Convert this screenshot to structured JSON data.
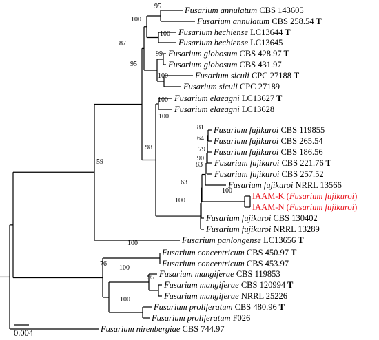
{
  "taxa": [
    {
      "id": "annulatum_143605",
      "genus": "Fusarium",
      "epithet": "annulatum",
      "strain": "CBS 143605",
      "type": false
    },
    {
      "id": "annulatum_258",
      "genus": "Fusarium",
      "epithet": "annulatum",
      "strain": "CBS 258.54",
      "type": true
    },
    {
      "id": "hechiense_13644",
      "genus": "Fusarium",
      "epithet": "hechiense",
      "strain": "LC13644",
      "type": true
    },
    {
      "id": "hechiense_13645",
      "genus": "Fusarium",
      "epithet": "hechiense",
      "strain": "LC13645",
      "type": false
    },
    {
      "id": "globosum_428",
      "genus": "Fusarium",
      "epithet": "globosum",
      "strain": "CBS 428.97",
      "type": true
    },
    {
      "id": "globosum_431",
      "genus": "Fusarium",
      "epithet": "globosum",
      "strain": "CBS 431.97",
      "type": false
    },
    {
      "id": "siculi_27188",
      "genus": "Fusarium",
      "epithet": "siculi",
      "strain": "CPC 27188",
      "type": true
    },
    {
      "id": "siculi_27189",
      "genus": "Fusarium",
      "epithet": "siculi",
      "strain": "CPC 27189",
      "type": false
    },
    {
      "id": "elaeagni_13627",
      "genus": "Fusarium",
      "epithet": "elaeagni",
      "strain": "LC13627",
      "type": true
    },
    {
      "id": "elaeagni_13628",
      "genus": "Fusarium",
      "epithet": "elaeagni",
      "strain": "LC13628",
      "type": false
    },
    {
      "id": "fujikuroi_119855",
      "genus": "Fusarium",
      "epithet": "fujikuroi",
      "strain": "CBS 119855",
      "type": false
    },
    {
      "id": "fujikuroi_265",
      "genus": "Fusarium",
      "epithet": "fujikuroi",
      "strain": "CBS 265.54",
      "type": false
    },
    {
      "id": "fujikuroi_186",
      "genus": "Fusarium",
      "epithet": "fujikuroi",
      "strain": "CBS 186.56",
      "type": false
    },
    {
      "id": "fujikuroi_221",
      "genus": "Fusarium",
      "epithet": "fujikuroi",
      "strain": "CBS 221.76",
      "type": true
    },
    {
      "id": "fujikuroi_257",
      "genus": "Fusarium",
      "epithet": "fujikuroi",
      "strain": "CBS 257.52",
      "type": false
    },
    {
      "id": "fujikuroi_13566",
      "genus": "Fusarium",
      "epithet": "fujikuroi",
      "strain": "NRRL 13566",
      "type": false
    },
    {
      "id": "iaam_k",
      "isolate": "IAAM-K",
      "genus": "Fusarium",
      "epithet": "fujikuroi",
      "highlight": true
    },
    {
      "id": "iaam_n",
      "isolate": "IAAM-N",
      "genus": "Fusarium",
      "epithet": "fujikuroi",
      "highlight": true
    },
    {
      "id": "fujikuroi_130402",
      "genus": "Fusarium",
      "epithet": "fujikuroi",
      "strain": "CBS 130402",
      "type": false
    },
    {
      "id": "fujikuroi_13289",
      "genus": "Fusarium",
      "epithet": "fujikuroi",
      "strain": "NRRL 13289",
      "type": false
    },
    {
      "id": "panlongense_13656",
      "genus": "Fusarium",
      "epithet": "panlongense",
      "strain": "LC13656",
      "type": true
    },
    {
      "id": "concentricum_450",
      "genus": "Fusarium",
      "epithet": "concentricum",
      "strain": "CBS 450.97",
      "type": true
    },
    {
      "id": "concentricum_453",
      "genus": "Fusarium",
      "epithet": "concentricum",
      "strain": "CBS 453.97",
      "type": false
    },
    {
      "id": "mangiferae_119853",
      "genus": "Fusarium",
      "epithet": "mangiferae",
      "strain": "CBS 119853",
      "type": false
    },
    {
      "id": "mangiferae_120994",
      "genus": "Fusarium",
      "epithet": "mangiferae",
      "strain": "CBS 120994",
      "type": true
    },
    {
      "id": "mangiferae_25226",
      "genus": "Fusarium",
      "epithet": "mangiferae",
      "strain": "NRRL 25226",
      "type": false
    },
    {
      "id": "proliferatum_480",
      "genus": "Fusarium",
      "epithet": "proliferatum",
      "strain": "CBS 480.96",
      "type": true
    },
    {
      "id": "proliferatum_f026",
      "genus": "Fusarium",
      "epithet": "proliferatum",
      "strain": "F026",
      "type": false
    },
    {
      "id": "nirenbergiae_744",
      "genus": "Fusarium",
      "epithet": "nirenbergiae",
      "strain": "CBS 744.97",
      "type": false
    }
  ],
  "type_marker": "T",
  "bootstrap": {
    "annulatum_clade": "95",
    "annulatum_hechiense": "100",
    "hechiense_clade": "100",
    "upper_group": "87",
    "globosum_clade": "99",
    "globosum_siculi": "95",
    "siculi_clade": "100",
    "elaeagni_fujikuroi": "100",
    "elaeagni_clade": "100",
    "fujikuroi_complex": "98",
    "fujikuroi_119855_265": "81",
    "fujikuroi_186": "64",
    "fujikuroi_221": "79",
    "fujikuroi_core": "90",
    "fujikuroi_257": "83",
    "fujikuroi_13566_group": "63",
    "iaam_clade": "100",
    "fujikuroi_clade": "100",
    "main_clade": "59",
    "lower_group": "76",
    "concentricum_clade": "100",
    "mangiferae_clade": "100",
    "mangiferae_pair": "95",
    "proliferatum_clade": "100"
  },
  "scale_bar": {
    "label": "0.004"
  }
}
